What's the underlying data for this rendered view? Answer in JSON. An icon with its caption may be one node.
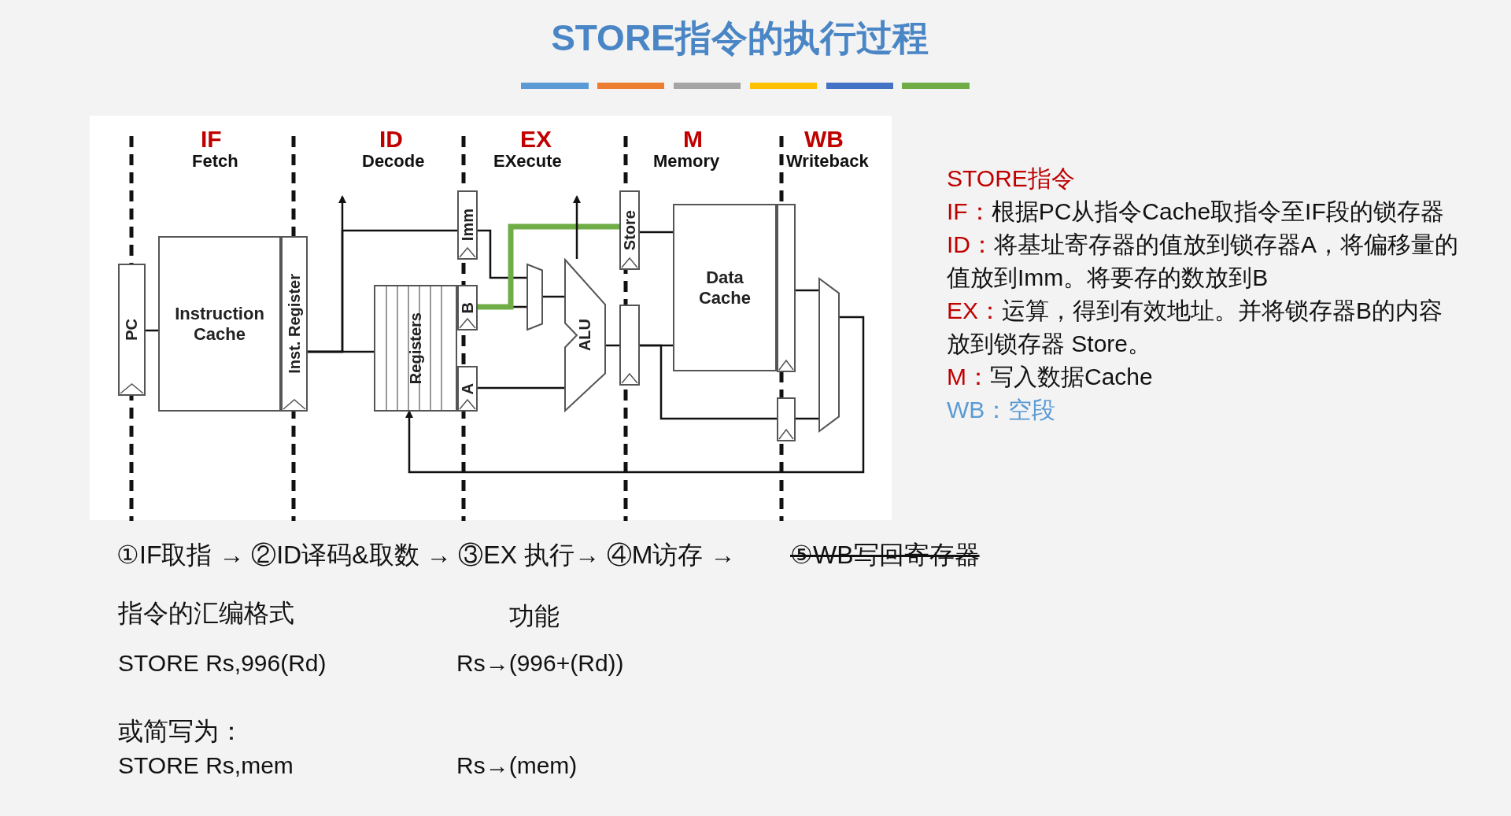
{
  "diagram": {
    "title": "STORE指令的执行过程",
    "nodes": [
      {
        "text": [
          "PC"
        ]
      },
      {
        "text": [
          "Instruction Cache"
        ]
      },
      {
        "text": [
          "Inst. Register"
        ]
      },
      {
        "text": [
          "Registers"
        ]
      },
      {
        "text": [
          "Imm"
        ]
      },
      {
        "text": [
          "B"
        ]
      },
      {
        "text": [
          "A"
        ]
      },
      {
        "text": [],
        "shape": "trapezoid"
      },
      {
        "text": [
          "ALU"
        ]
      },
      {
        "text": [
          "Store"
        ]
      },
      {
        "text": [],
        "shape": "box"
      },
      {
        "text": [
          "Data Cache"
        ]
      },
      {
        "text": [],
        "shape": "box"
      },
      {
        "text": [],
        "shape": "box"
      },
      {
        "text": [],
        "shape": "trapezoid"
      }
    ],
    "edges": [
      {
        "from": 0,
        "to": 1,
        "arrow": "none"
      },
      {
        "from": 2,
        "to": 3,
        "arrow": "none"
      },
      {
        "from": 2,
        "to": 4,
        "arrow": "none"
      },
      {
        "from": 2,
        "to": null,
        "arrow": "to"
      },
      {
        "from": 4,
        "to": 7,
        "arrow": "none"
      },
      {
        "from": 5,
        "to": 7,
        "arrow": "none"
      },
      {
        "from": 5,
        "to": 9,
        "arrow": "none",
        "style": "thick",
        "color": "#70ad47"
      },
      {
        "from": 7,
        "to": 8,
        "arrow": "none"
      },
      {
        "from": 6,
        "to": 8,
        "arrow": "none"
      },
      {
        "from": 8,
        "to": 10,
        "arrow": "none"
      },
      {
        "from": 8,
        "to": null,
        "arrow": "to"
      },
      {
        "from": 9,
        "to": 11,
        "arrow": "none"
      },
      {
        "from": 10,
        "to": 11,
        "arrow": "none"
      },
      {
        "from": 10,
        "to": 13,
        "arrow": "none"
      },
      {
        "from": 12,
        "to": 14,
        "arrow": "none"
      },
      {
        "from": 13,
        "to": 14,
        "arrow": "none"
      },
      {
        "from": 14,
        "to": 3,
        "arrow": "to"
      }
    ],
    "labels": [
      "IF",
      "Fetch",
      "ID",
      "Decode",
      "EX",
      "EXecute",
      "M",
      "Memory",
      "WB",
      "Writeback",
      "STORE指令",
      "IF：",
      "根据PC从指令Cache取指令至IF段的锁存器",
      "ID：",
      "将基址寄存器的值放到锁存器A，将偏移量的值放到Imm。将要存的数放到B",
      "EX：",
      "运算，得到有效地址。并将锁存器B的内容放到锁存器 Store。",
      "M：",
      "写入数据Cache",
      "WB：",
      "空段",
      "①IF取指 → ②ID译码&取数 → ③EX 执行→ ④M访存 →",
      "⑤WB写回寄存器",
      "指令的汇编格式",
      "功能",
      "STORE  Rs,996(Rd)",
      "Rs→(996+(Rd))",
      "或简写为：",
      "STORE  Rs,mem",
      "Rs→(mem)"
    ]
  }
}
